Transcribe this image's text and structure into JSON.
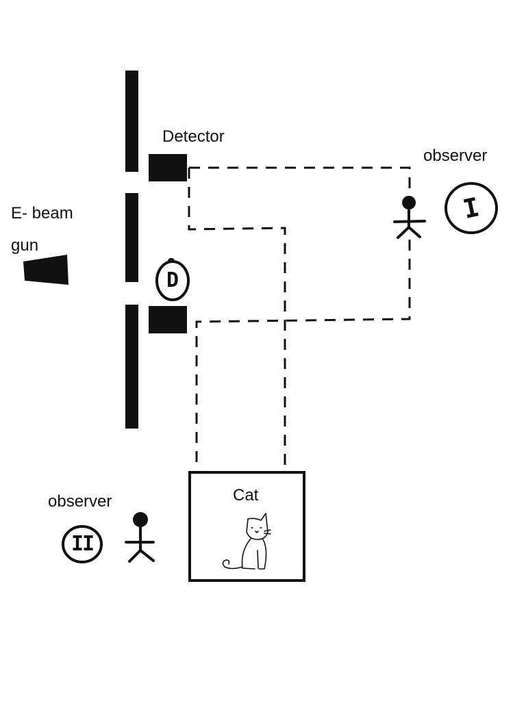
{
  "labels": {
    "detector": "Detector",
    "observer_one": "observer",
    "observer_two": "observer",
    "gun_line1": "E- beam",
    "gun_line2": "gun",
    "cat": "Cat"
  },
  "marks": {
    "detector_mark": "D",
    "observer_one_numeral": "I",
    "observer_two_numeral": "II"
  },
  "colors": {
    "ink": "#111111",
    "background": "#ffffff"
  }
}
